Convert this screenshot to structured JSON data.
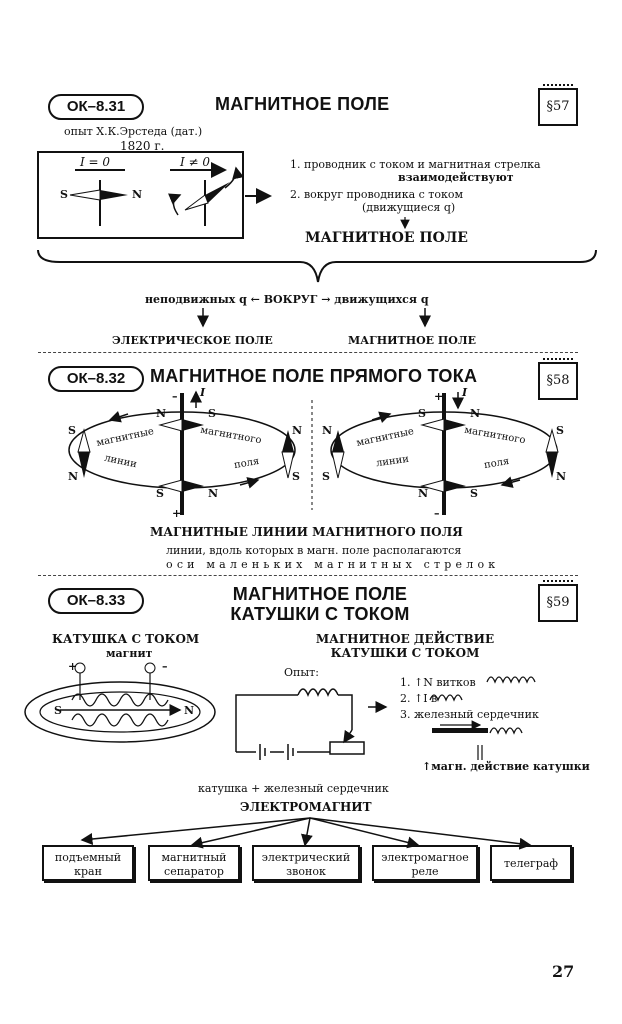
{
  "s1": {
    "code": "ОК–8.31",
    "title": "МАГНИТНОЕ ПОЛЕ",
    "para": "§57",
    "exp_line1": "опыт Х.К.Эрстеда (дат.)",
    "exp_line2": "1820 г.",
    "i_zero": "I = 0",
    "i_nonzero": "I ≠ 0",
    "s_label": "S",
    "n_label": "N",
    "item1_line1": "1. проводник с током и магнитная стрелка",
    "item1_line2": "взаимодействуют",
    "item2_line1": "2. вокруг проводника с током",
    "item2_line2": "(движущиеся q)",
    "result": "МАГНИТНОЕ ПОЛЕ",
    "around": "неподвижных q ← ВОКРУГ → движущихся q",
    "electric": "ЭЛЕКТРИЧЕСКОЕ ПОЛЕ",
    "magnetic": "МАГНИТНОЕ ПОЛЕ"
  },
  "s2": {
    "code": "ОК–8.32",
    "title": "МАГНИТНОЕ ПОЛЕ ПРЯМОГО ТОКА",
    "para": "§58",
    "current": "I",
    "plus": "+",
    "minus": "–",
    "s": "S",
    "n": "N",
    "w1": "магнитные",
    "w2": "магнитного",
    "w3": "линии",
    "w4": "поля",
    "heading": "МАГНИТНЫЕ ЛИНИИ МАГНИТНОГО ПОЛЯ",
    "def1": "линии, вдоль которых в магн. поле располагаются",
    "def2": "оси маленьких магнитных стрелок"
  },
  "s3": {
    "code": "ОК–8.33",
    "title1": "МАГНИТНОЕ ПОЛЕ",
    "title2": "КАТУШКИ С ТОКОМ",
    "para": "§59",
    "coil_title": "КАТУШКА С ТОКОМ",
    "coil_sub": "магнит",
    "plus": "+",
    "minus": "–",
    "s": "S",
    "n": "N",
    "action_title1": "МАГНИТНОЕ ДЕЙСТВИЕ",
    "action_title2": "КАТУШКИ С ТОКОМ",
    "experiment": "Опыт:",
    "r1": "1. ↑N витков",
    "r2": "2. ↑I в",
    "r3": "3. железный сердечник",
    "r4": "↑магн. действие катушки",
    "sum": "катушка + железный сердечник",
    "em": "ЭЛЕКТРОМАГНИТ",
    "apps": [
      {
        "l1": "подъемный",
        "l2": "кран"
      },
      {
        "l1": "магнитный",
        "l2": "сепаратор"
      },
      {
        "l1": "электрический",
        "l2": "звонок"
      },
      {
        "l1": "электромагное",
        "l2": "реле"
      },
      {
        "l1": "телеграф",
        "l2": ""
      }
    ]
  },
  "page_number": "27"
}
